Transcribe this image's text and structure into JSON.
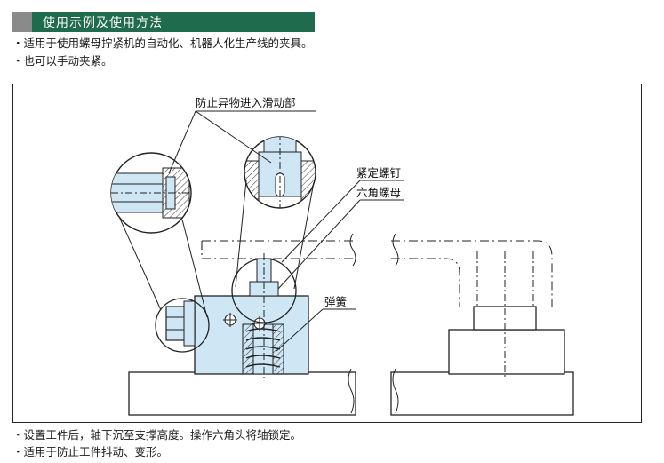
{
  "header": {
    "title": "使用示例及使用方法"
  },
  "top_bullets": [
    "・适用于使用螺母拧紧机的自动化、机器人化生产线的夹具。",
    "・也可以手动夹紧。"
  ],
  "figure": {
    "callouts": {
      "seal": "防止异物进入滑动部",
      "set_screw": "紧定螺钉",
      "hex_nut": "六角螺母",
      "spring": "弹簧"
    }
  },
  "bottom_bullets": [
    "・设置工件后，轴下沉至支撑高度。操作六角头将轴锁定。",
    "・适用于防止工件抖动、变形。"
  ],
  "colors": {
    "header_bg": "#1f6b4e",
    "header_marker": "#8a8a8a",
    "part_fill": "#cfe7f5",
    "frame": "#222222"
  }
}
